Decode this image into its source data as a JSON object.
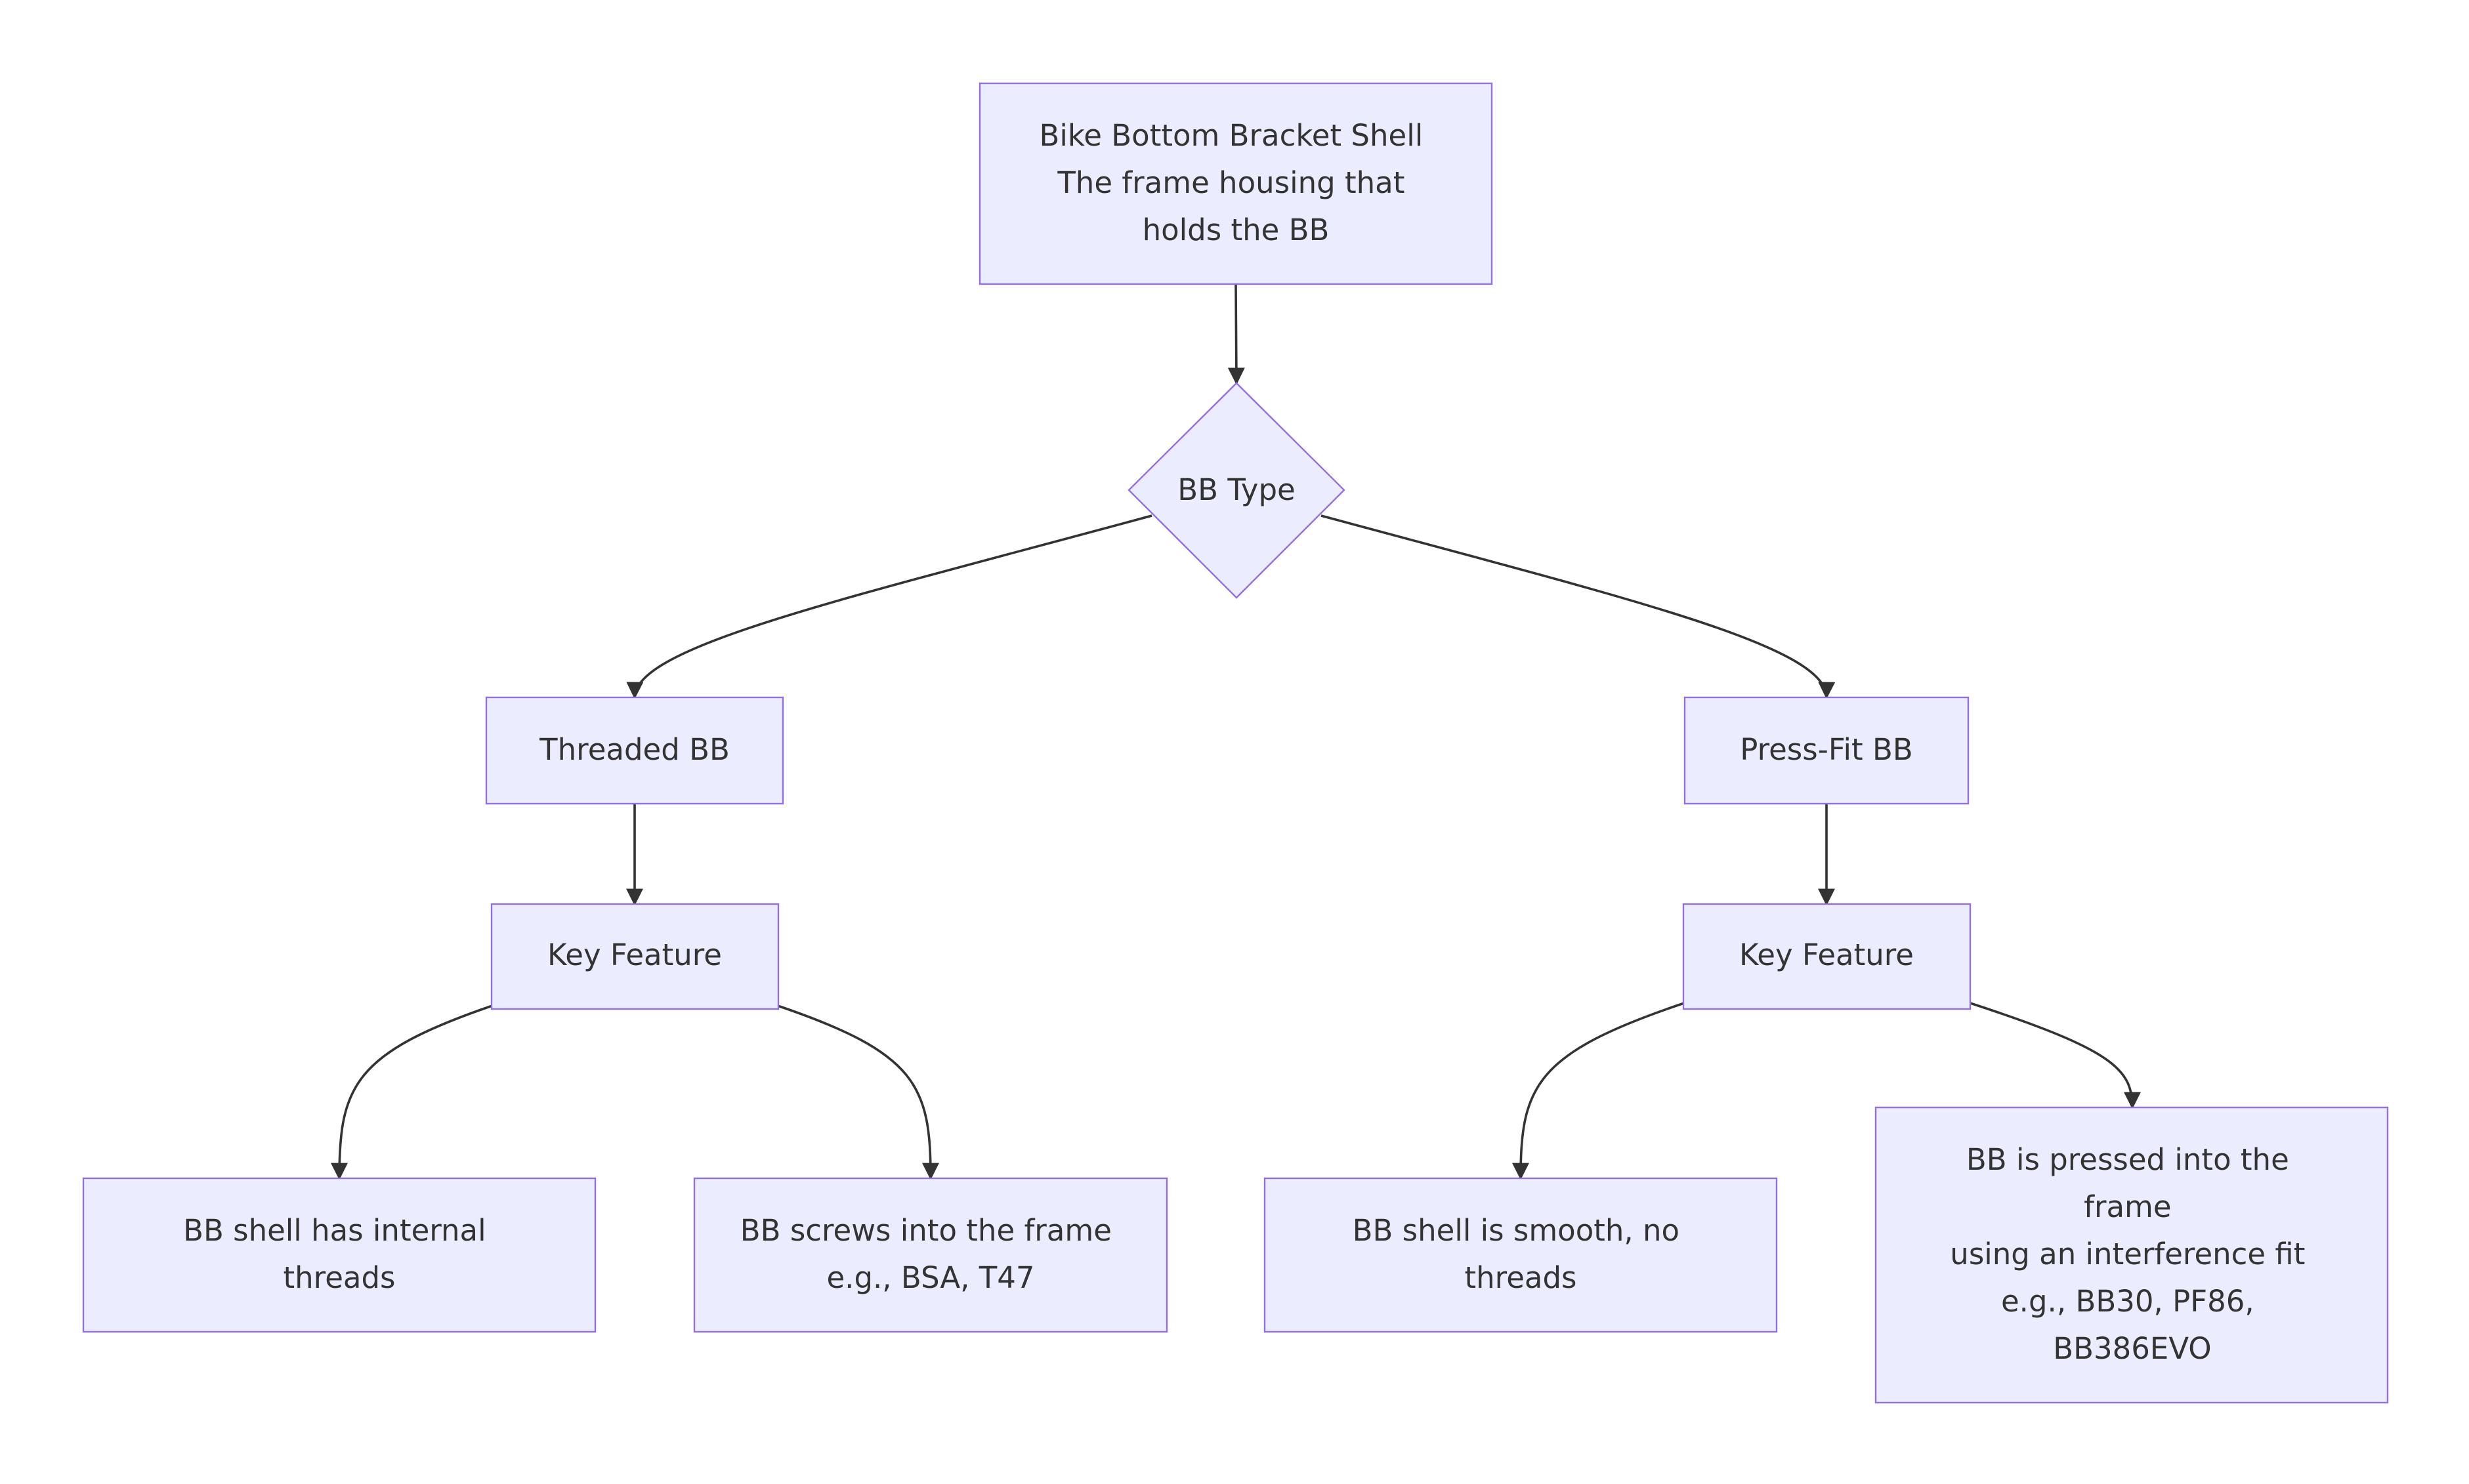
{
  "nodes": {
    "shell": {
      "lines": [
        "Bike Bottom Bracket Shell",
        "The frame housing that",
        "holds the BB"
      ]
    },
    "bb_type": {
      "lines": [
        "BB Type"
      ]
    },
    "threaded": {
      "lines": [
        "Threaded BB"
      ]
    },
    "press_fit": {
      "lines": [
        "Press-Fit BB"
      ]
    },
    "threaded_key": {
      "lines": [
        "Key Feature"
      ]
    },
    "press_fit_key": {
      "lines": [
        "Key Feature"
      ]
    },
    "threaded_internal": {
      "lines": [
        "BB shell has internal",
        "threads"
      ]
    },
    "threaded_screws": {
      "lines": [
        "BB screws into the frame",
        "e.g., BSA, T47"
      ]
    },
    "press_smooth": {
      "lines": [
        "BB shell is smooth, no",
        "threads"
      ]
    },
    "press_pressed": {
      "lines": [
        "BB is pressed into the",
        "frame",
        "using an interference fit",
        "e.g., BB30, PF86,",
        "BB386EVO"
      ]
    }
  },
  "colors": {
    "node_fill": "#ececff",
    "node_stroke": "#9370db",
    "edge": "#333333",
    "text": "#333333"
  }
}
